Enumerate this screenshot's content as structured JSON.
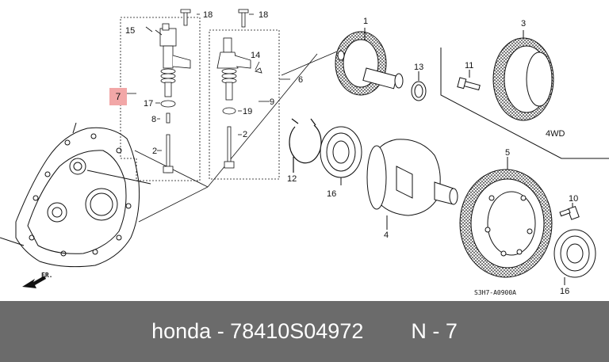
{
  "diagram": {
    "callouts": {
      "c1": "1",
      "c2a": "2",
      "c2b": "2",
      "c3": "3",
      "c4": "4",
      "c5": "5",
      "c6": "6",
      "c7": "7",
      "c8": "8",
      "c9": "9",
      "c10": "10",
      "c11": "11",
      "c12": "12",
      "c13": "13",
      "c14": "14",
      "c15": "15",
      "c16a": "16",
      "c16b": "16",
      "c17": "17",
      "c18a": "18",
      "c18b": "18",
      "c19": "19"
    },
    "drive_label": "4WD",
    "ref_code": "S3H7-A0900A",
    "front_marker": "FR."
  },
  "banner": {
    "part_text": "honda - 78410S04972",
    "position_text": "N - 7"
  },
  "colors": {
    "banner_bg": "#6b6b6b",
    "highlight": "#f2a7a7",
    "line": "#111111"
  }
}
